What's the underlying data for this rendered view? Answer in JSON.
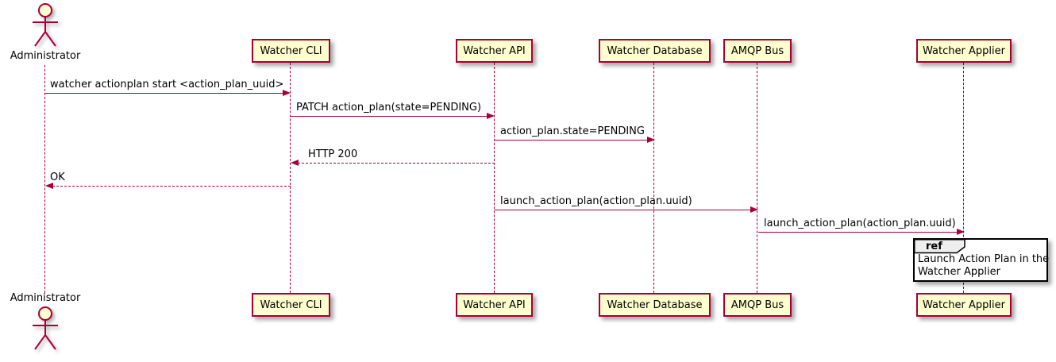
{
  "diagram": {
    "type": "uml-sequence",
    "actor": {
      "label": "Administrator"
    },
    "participants": [
      {
        "label": "Watcher CLI"
      },
      {
        "label": "Watcher API"
      },
      {
        "label": "Watcher Database"
      },
      {
        "label": "AMQP Bus"
      },
      {
        "label": "Watcher Applier"
      }
    ],
    "messages": [
      {
        "from": "Administrator",
        "to": "Watcher CLI",
        "label": "watcher actionplan start <action_plan_uuid>",
        "line": "solid",
        "direction": "right"
      },
      {
        "from": "Watcher CLI",
        "to": "Watcher API",
        "label": "PATCH action_plan(state=PENDING)",
        "line": "solid",
        "direction": "right"
      },
      {
        "from": "Watcher API",
        "to": "Watcher Database",
        "label": "action_plan.state=PENDING",
        "line": "solid",
        "direction": "right"
      },
      {
        "from": "Watcher API",
        "to": "Watcher CLI",
        "label": "HTTP 200",
        "line": "dashed",
        "direction": "left"
      },
      {
        "from": "Watcher CLI",
        "to": "Administrator",
        "label": "OK",
        "line": "dashed",
        "direction": "left"
      },
      {
        "from": "Watcher API",
        "to": "AMQP Bus",
        "label": "launch_action_plan(action_plan.uuid)",
        "line": "solid",
        "direction": "right"
      },
      {
        "from": "AMQP Bus",
        "to": "Watcher Applier",
        "label": "launch_action_plan(action_plan.uuid)",
        "line": "solid",
        "direction": "right"
      }
    ],
    "ref": {
      "keyword": "ref",
      "lines": [
        "Launch Action Plan in the",
        "Watcher Applier"
      ]
    },
    "colors": {
      "accent": "#A80036",
      "participant_fill": "#FEFECE",
      "ref_border": "#000000",
      "ref_header_fill": "#EEEEEE",
      "background": "#FFFFFF"
    }
  }
}
